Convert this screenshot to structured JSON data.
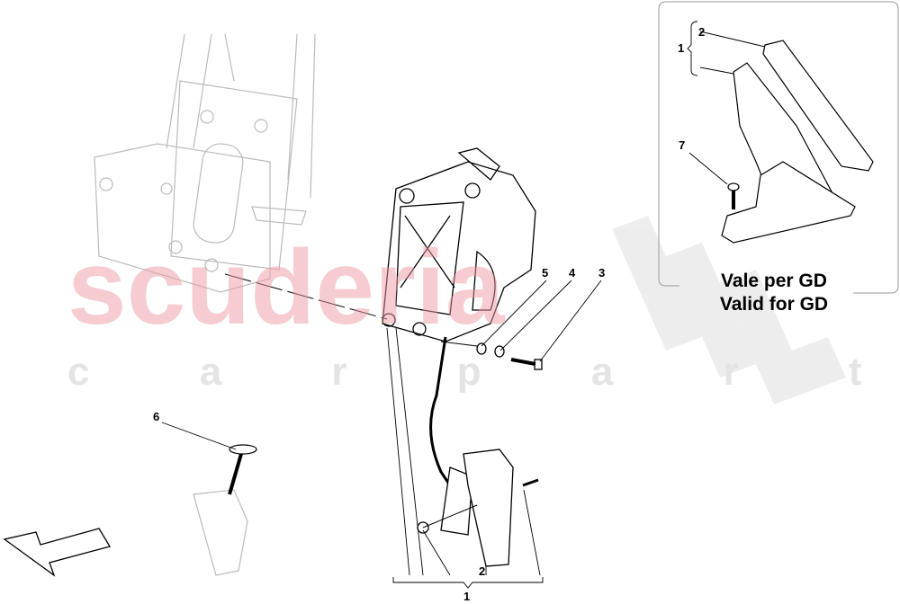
{
  "watermark": {
    "brand": "scuderia",
    "sub": "c a r   p a r t s",
    "brand_color": "#f6c9cc",
    "sub_color": "#e6e6e6"
  },
  "labels": {
    "main_assembly": "1",
    "main_pad": "2",
    "screw": "3",
    "washer_4": "4",
    "washer_5": "5",
    "stop": "6",
    "inset_assembly": "1",
    "inset_pad": "2",
    "inset_screw": "7"
  },
  "inset": {
    "note_line1": "Vale per GD",
    "note_line2": "Valid for GD"
  },
  "icons": {
    "direction": "arrow-direction-icon"
  }
}
